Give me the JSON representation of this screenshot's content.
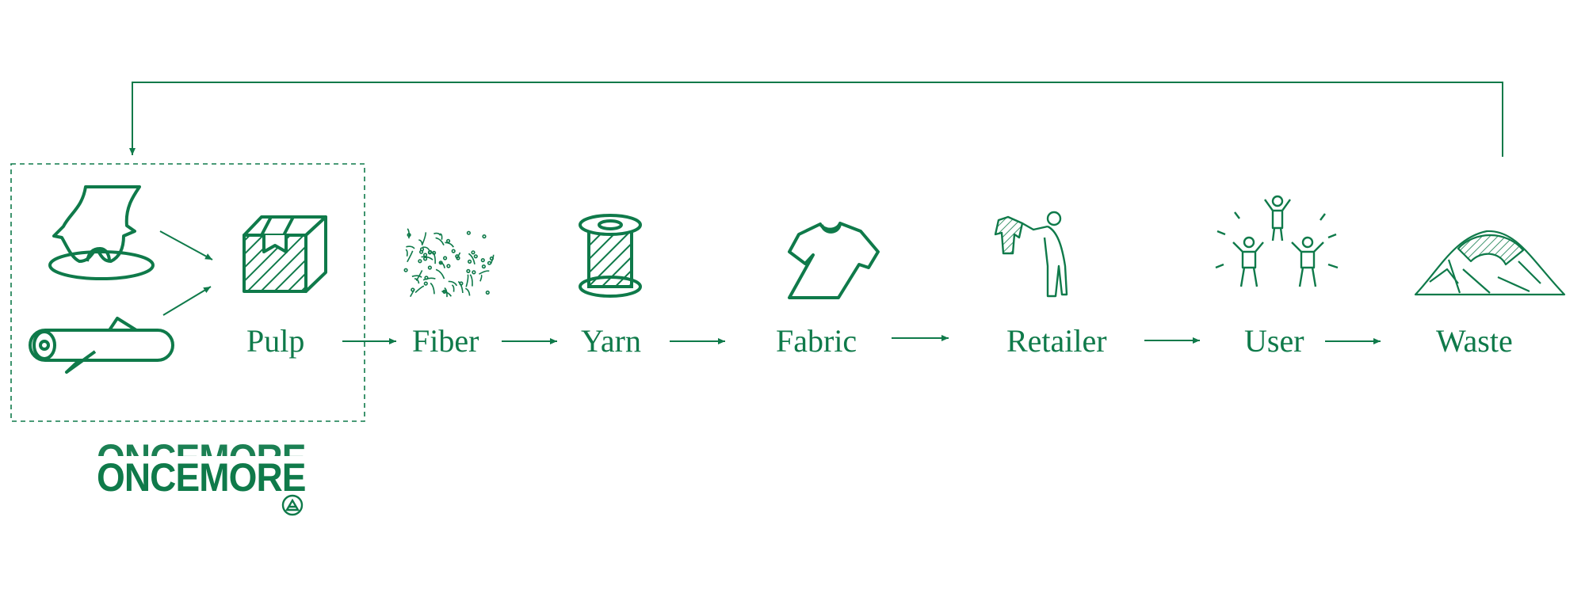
{
  "brand": {
    "name": "ONCEMORE",
    "color": "#0f7a4a"
  },
  "stages": [
    {
      "id": "pulp",
      "label": "Pulp",
      "icon": "pulp-box-icon"
    },
    {
      "id": "fiber",
      "label": "Fiber",
      "icon": "fiber-icon"
    },
    {
      "id": "yarn",
      "label": "Yarn",
      "icon": "yarn-spool-icon"
    },
    {
      "id": "fabric",
      "label": "Fabric",
      "icon": "tshirt-icon"
    },
    {
      "id": "retailer",
      "label": "Retailer",
      "icon": "retailer-person-icon"
    },
    {
      "id": "user",
      "label": "User",
      "icon": "users-pyramid-icon"
    },
    {
      "id": "waste",
      "label": "Waste",
      "icon": "waste-pile-icon"
    }
  ],
  "inputs": [
    {
      "icon": "wood-chip-icon"
    },
    {
      "icon": "log-icon"
    }
  ]
}
